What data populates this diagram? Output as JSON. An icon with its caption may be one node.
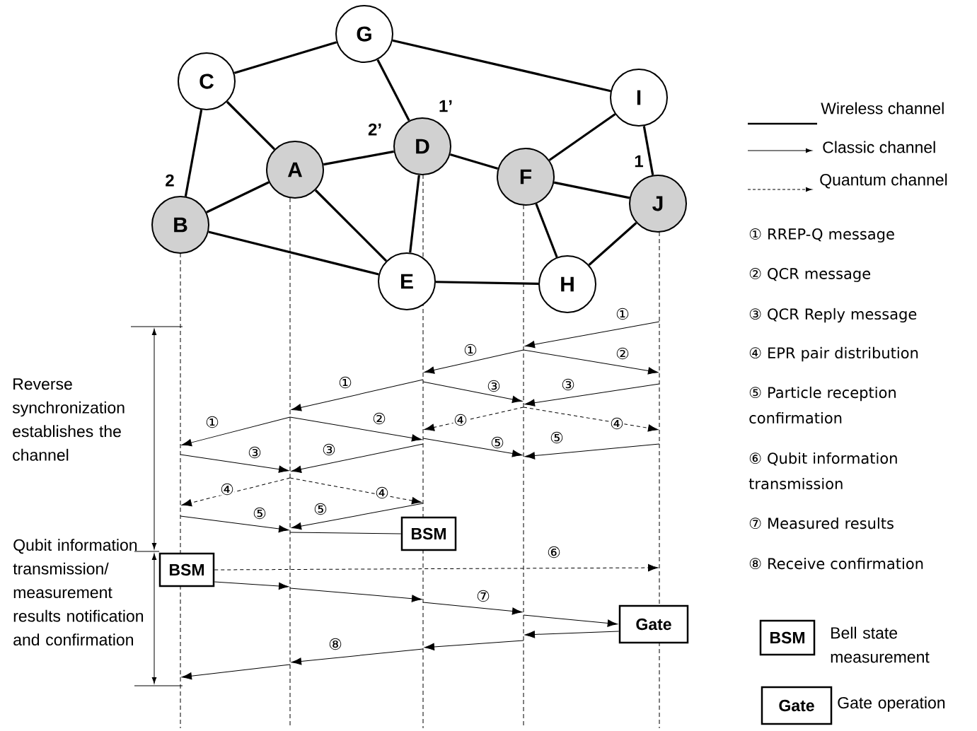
{
  "diagram": {
    "nodes": [
      {
        "text": [
          "G"
        ]
      },
      {
        "text": [
          "C"
        ]
      },
      {
        "text": [
          "I"
        ]
      },
      {
        "text": [
          "D"
        ],
        "beside": [
          "2’",
          "1’"
        ]
      },
      {
        "text": [
          "A"
        ]
      },
      {
        "text": [
          "F"
        ]
      },
      {
        "text": [
          "J"
        ],
        "beside": [
          "1"
        ]
      },
      {
        "text": [
          "B"
        ],
        "beside": [
          "2"
        ]
      },
      {
        "text": [
          "E"
        ]
      },
      {
        "text": [
          "H"
        ]
      },
      {
        "text": [],
        "shape": "line"
      },
      {
        "text": [],
        "shape": "line"
      },
      {
        "text": [],
        "shape": "line"
      },
      {
        "text": [],
        "shape": "line"
      },
      {
        "text": [],
        "shape": "line"
      },
      {
        "text": [
          "BSM"
        ]
      },
      {
        "text": [
          "BSM"
        ]
      },
      {
        "text": [
          "Gate"
        ]
      },
      {
        "text": [
          "BSM"
        ],
        "beside": [
          "Bell state measurement"
        ]
      },
      {
        "text": [
          "Gate"
        ],
        "beside": [
          "Gate operation"
        ]
      }
    ],
    "edges": [
      {
        "from": 1,
        "to": 0,
        "arrow": "none",
        "style": "thick"
      },
      {
        "from": 0,
        "to": 2,
        "arrow": "none",
        "style": "thick"
      },
      {
        "from": 0,
        "to": 3,
        "arrow": "none",
        "style": "thick"
      },
      {
        "from": 1,
        "to": 4,
        "arrow": "none",
        "style": "thick"
      },
      {
        "from": 1,
        "to": 7,
        "arrow": "none",
        "style": "thick"
      },
      {
        "from": 4,
        "to": 7,
        "arrow": "none",
        "style": "thick"
      },
      {
        "from": 4,
        "to": 3,
        "arrow": "none",
        "style": "thick"
      },
      {
        "from": 4,
        "to": 8,
        "arrow": "none",
        "style": "thick"
      },
      {
        "from": 7,
        "to": 8,
        "arrow": "none",
        "style": "thick"
      },
      {
        "from": 3,
        "to": 8,
        "arrow": "none",
        "style": "thick"
      },
      {
        "from": 3,
        "to": 5,
        "arrow": "none",
        "style": "thick"
      },
      {
        "from": 5,
        "to": 2,
        "arrow": "none",
        "style": "thick"
      },
      {
        "from": 2,
        "to": 6,
        "arrow": "none",
        "style": "thick"
      },
      {
        "from": 5,
        "to": 6,
        "arrow": "none",
        "style": "thick"
      },
      {
        "from": 5,
        "to": 9,
        "arrow": "none",
        "style": "thick"
      },
      {
        "from": 9,
        "to": 6,
        "arrow": "none",
        "style": "thick"
      },
      {
        "from": 8,
        "to": 9,
        "arrow": "none",
        "style": "thick"
      },
      {
        "from": 14,
        "to": 13,
        "arrow": "to",
        "label": "①"
      },
      {
        "from": 13,
        "to": 12,
        "arrow": "to",
        "label": "①"
      },
      {
        "from": 13,
        "to": 14,
        "arrow": "to",
        "label": "②"
      },
      {
        "from": 12,
        "to": 11,
        "arrow": "to",
        "label": "①"
      },
      {
        "from": 12,
        "to": 13,
        "arrow": "to",
        "label": "③"
      },
      {
        "from": 14,
        "to": 13,
        "arrow": "to",
        "label": "③"
      },
      {
        "from": 11,
        "to": 10,
        "arrow": "to",
        "label": "①"
      },
      {
        "from": 11,
        "to": 12,
        "arrow": "to",
        "label": "②"
      },
      {
        "from": 13,
        "to": 12,
        "arrow": "to",
        "label": "④",
        "style": "dashed"
      },
      {
        "from": 13,
        "to": 14,
        "arrow": "to",
        "label": "④",
        "style": "dashed"
      },
      {
        "from": 12,
        "to": 13,
        "arrow": "to",
        "label": "⑤"
      },
      {
        "from": 14,
        "to": 13,
        "arrow": "to",
        "label": "⑤"
      },
      {
        "from": 10,
        "to": 11,
        "arrow": "to",
        "label": "③"
      },
      {
        "from": 12,
        "to": 11,
        "arrow": "to",
        "label": "③"
      },
      {
        "from": 11,
        "to": 10,
        "arrow": "to",
        "label": "④",
        "style": "dashed"
      },
      {
        "from": 11,
        "to": 12,
        "arrow": "to",
        "label": "④",
        "style": "dashed"
      },
      {
        "from": 10,
        "to": 11,
        "arrow": "to",
        "label": "⑤"
      },
      {
        "from": 12,
        "to": 11,
        "arrow": "to",
        "label": "⑤"
      },
      {
        "from": 15,
        "to": 11,
        "arrow": "none"
      },
      {
        "from": 16,
        "to": 14,
        "arrow": "to",
        "label": "⑥",
        "style": "dashed"
      },
      {
        "from": 16,
        "to": 11,
        "arrow": "to"
      },
      {
        "from": 11,
        "to": 12,
        "arrow": "to"
      },
      {
        "from": 12,
        "to": 13,
        "arrow": "to",
        "label": "⑦"
      },
      {
        "from": 13,
        "to": 17,
        "arrow": "to"
      },
      {
        "from": 17,
        "to": 13,
        "arrow": "to"
      },
      {
        "from": 13,
        "to": 12,
        "arrow": "to"
      },
      {
        "from": 12,
        "to": 11,
        "arrow": "to",
        "label": "⑧"
      },
      {
        "from": 11,
        "to": 10,
        "arrow": "to"
      }
    ],
    "labels": [
      "① RREP-Q message",
      "② QCR message",
      "③ QCR Reply message",
      "④ EPR pair distribution",
      "⑤ Particle reception confirmation",
      "⑥ Qubit information transmission",
      "⑦ Measured results",
      "⑧ Receive confirmation",
      "Reverse synchronization establishes the channel",
      "Qubit information transmission/ measurement results notification and confirmation"
    ],
    "legend": [
      {
        "text": "Wireless channel"
      },
      {
        "text": "Classic channel"
      },
      {
        "text": "Quantum channel"
      }
    ]
  }
}
